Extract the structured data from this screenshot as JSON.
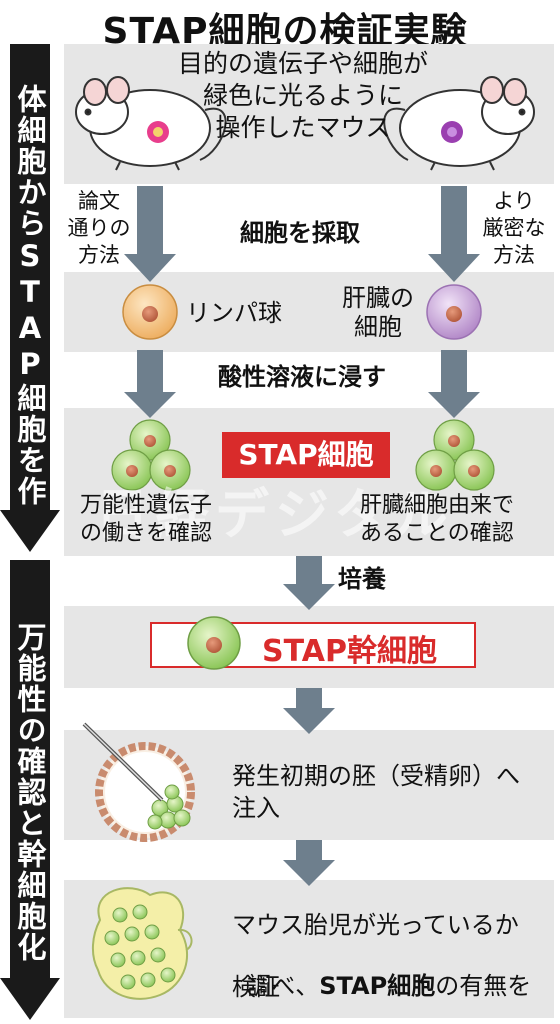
{
  "title": "STAP細胞の検証実験",
  "side_arrows": [
    {
      "label": "体細胞からSTAP細胞を作製"
    },
    {
      "label": "万能性の確認と幹細胞化"
    }
  ],
  "mouse_caption": "目的の遺伝子や細胞が\n緑色に光るように\n操作したマウス",
  "left_method": "論文\n通りの\n方法",
  "right_method": "より\n厳密な\n方法",
  "step_collect": "細胞を採取",
  "left_cell": "リンパ球",
  "right_cell": "肝臓の\n細胞",
  "step_acid": "酸性溶液に浸す",
  "stap_cell_label": "STAP細胞",
  "left_check": "万能性遺伝子\nの働きを確認",
  "right_check": "肝臓細胞由来で\nあることの確認",
  "watermark": "日経デジタル",
  "step_culture": "培養",
  "stap_stem_label": "STAP幹細胞",
  "step_inject": "発生初期の胚（受精卵）へ\n注入",
  "step_verify_1": "マウス胎児が光っているか",
  "step_verify_2_pre": "調べ、",
  "step_verify_2_bold": "STAP細胞",
  "step_verify_2_post": "の有無を",
  "step_verify_3": "検証",
  "colors": {
    "stap_red": "#d92b2b",
    "panel_gray": "#e6e6e6",
    "flow_arrow": "#6e7f8d",
    "cell_green": "#a6d66f",
    "lymph_orange": "#f3c184",
    "liver_purple": "#c7a3d6",
    "side_arrow": "#1a1a1a"
  }
}
